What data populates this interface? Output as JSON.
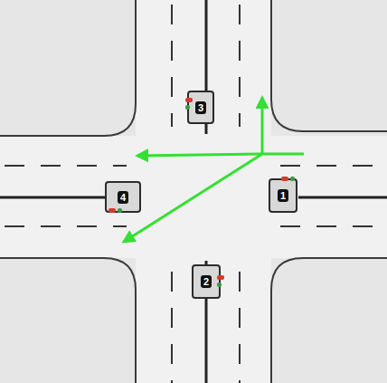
{
  "diagram": {
    "nodes": [
      {
        "text": [
          "3"
        ]
      },
      {
        "text": [
          "4"
        ]
      },
      {
        "text": [
          "1"
        ]
      },
      {
        "text": [
          "2"
        ]
      }
    ]
  }
}
